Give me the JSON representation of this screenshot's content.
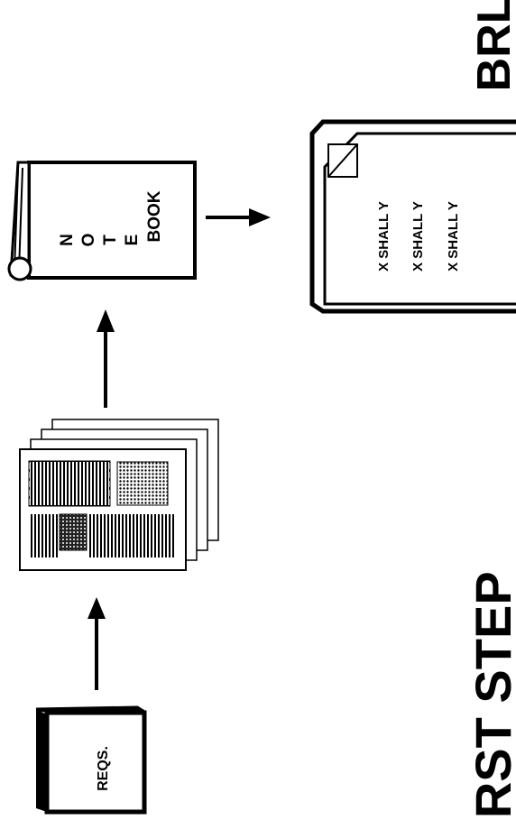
{
  "title_left": "IRST STEP",
  "title_right": "BRL",
  "reqs_book": {
    "label": "REQS."
  },
  "notebook": {
    "letters": [
      "N",
      "O",
      "T",
      "E"
    ],
    "word": "BOOK"
  },
  "document": {
    "lines": [
      "X SHALL Y",
      "X SHALL Y",
      "X SHALL Y"
    ]
  }
}
